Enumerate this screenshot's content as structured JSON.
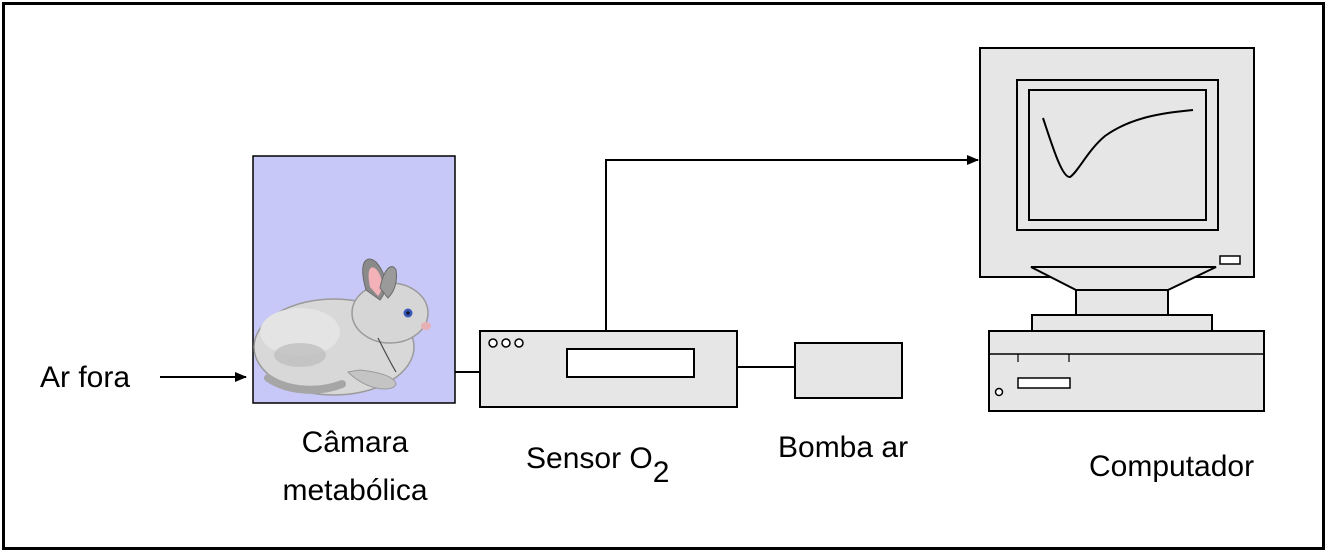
{
  "diagram": {
    "input_label": "Ar fora",
    "chamber_label_line1": "Câmara",
    "chamber_label_line2": "metabólica",
    "sensor_label_main": "Sensor O",
    "sensor_label_sub": "2",
    "pump_label": "Bomba ar",
    "computer_label": "Computador"
  },
  "colors": {
    "chamber_fill": "#c8c8f8",
    "device_fill": "#e6e6e6",
    "outline": "#000000"
  }
}
